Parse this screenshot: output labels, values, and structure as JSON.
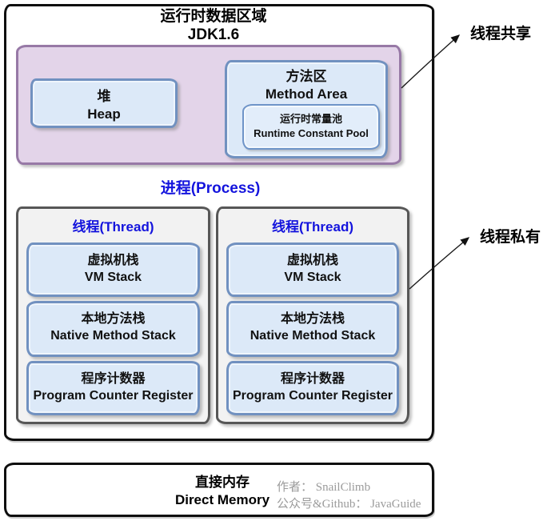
{
  "header": {
    "title_zh": "运行时数据区域",
    "title_version": "JDK1.6"
  },
  "shared": {
    "heap": {
      "zh": "堆",
      "en": "Heap"
    },
    "method_area": {
      "zh": "方法区",
      "en": "Method Area"
    },
    "runtime_constant_pool": {
      "zh": "运行时常量池",
      "en": "Runtime Constant Pool"
    }
  },
  "process": {
    "label": "进程(Process)"
  },
  "threads": [
    {
      "label": "线程(Thread)",
      "vm_stack": {
        "zh": "虚拟机栈",
        "en": "VM Stack"
      },
      "native_method_stack": {
        "zh": "本地方法栈",
        "en": "Native Method Stack"
      },
      "program_counter": {
        "zh": "程序计数器",
        "en": "Program Counter Register"
      }
    },
    {
      "label": "线程(Thread)",
      "vm_stack": {
        "zh": "虚拟机栈",
        "en": "VM Stack"
      },
      "native_method_stack": {
        "zh": "本地方法栈",
        "en": "Native Method Stack"
      },
      "program_counter": {
        "zh": "程序计数器",
        "en": "Program Counter Register"
      }
    }
  ],
  "annotations": {
    "thread_shared": "线程共享",
    "thread_private": "线程私有"
  },
  "direct_memory": {
    "zh": "直接内存",
    "en": "Direct Memory"
  },
  "watermark": {
    "author_line": "作者： SnailClimb",
    "channel_line": "公众号&Github： JavaGuide"
  },
  "colors": {
    "shared_region_fill": "#e3d4e9",
    "shared_region_border": "#9779a6",
    "memory_box_fill": "#dce9f8",
    "memory_box_border": "#7191c0",
    "thread_box_fill": "#f2f2f2",
    "thread_box_border": "#575757",
    "accent_blue_text": "#1414dd",
    "outline_black": "#0e0e0e",
    "watermark_gray": "#9b9b9b"
  }
}
